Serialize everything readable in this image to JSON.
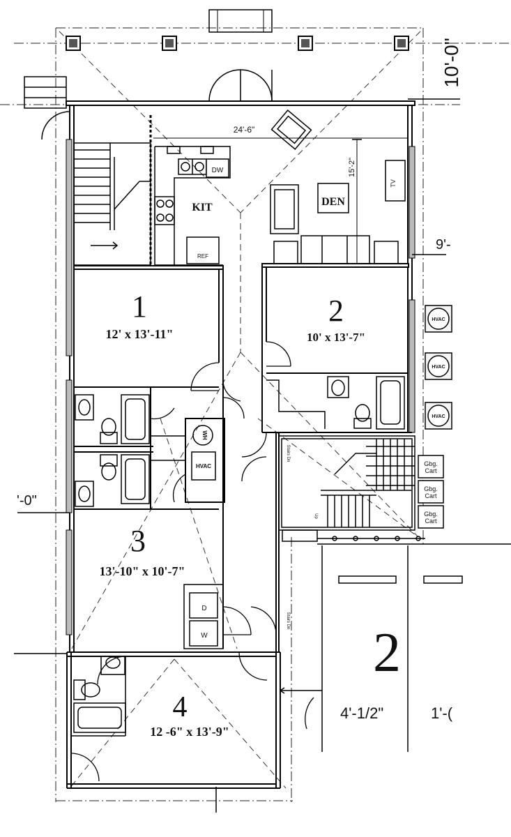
{
  "rooms": {
    "den": {
      "label": "DEN"
    },
    "kitchen": {
      "label": "KIT"
    },
    "bedroom1": {
      "number": "1",
      "size": "12' x 13'-11\""
    },
    "bedroom2": {
      "number": "2",
      "size": "10' x 13'-7\""
    },
    "bedroom3": {
      "number": "3",
      "size": "13'-10\" x 10'-7\""
    },
    "bedroom4": {
      "number": "4",
      "size": "12 -6\" x 13'-9\""
    }
  },
  "dimensions": {
    "top_right": "10'-0\"",
    "den_width": "24'-6\"",
    "den_depth": "15'-2\"",
    "right_mid": "9'-",
    "left_mid": "'-0\"",
    "lower_right_a": "4'-1/2\"",
    "lower_right_b": "1'-("
  },
  "fixtures": {
    "dishwasher": "DW",
    "refrigerator": "REF",
    "tv": "TV",
    "dryer": "D",
    "washer": "W",
    "water_heater": "WH",
    "hvac_unit": "HVAC",
    "hvac_outdoor": [
      "HVAC",
      "HVAC",
      "HVAC"
    ],
    "garbage_carts": [
      "Gbg. Cart",
      "Gbg. Cart",
      "Gbg. Cart"
    ],
    "stair_note_1": "Stairs Dn",
    "stair_note_2": "Stairs Dn",
    "stair_up": "Up"
  },
  "parking": {
    "space_number": "2"
  }
}
